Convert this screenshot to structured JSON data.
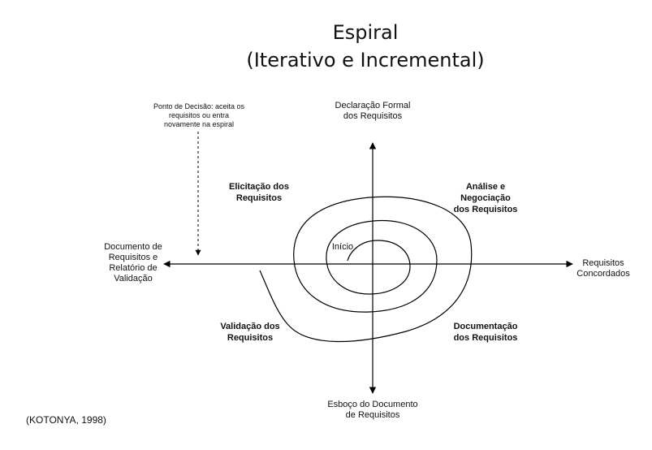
{
  "title": {
    "line1": "Espiral",
    "line2": "(Iterativo e Incremental)"
  },
  "axes": {
    "top": [
      "Declaração Formal",
      "dos Requisitos"
    ],
    "right": [
      "Requisitos",
      "Concordados"
    ],
    "bottom": [
      "Esboço do Documento",
      "de Requisitos"
    ],
    "left": [
      "Documento de",
      "Requisitos e",
      "Relatório de",
      "Validação"
    ]
  },
  "quadrants": {
    "top_left": [
      "Elicitação dos",
      "Requisitos"
    ],
    "top_right": [
      "Análise e",
      "Negociação",
      "dos Requisitos"
    ],
    "bottom_right": [
      "Documentação",
      "dos Requisitos"
    ],
    "bottom_left": [
      "Validação dos",
      "Requisitos"
    ]
  },
  "start_label": "Início",
  "decision_note": [
    "Ponto de Decisão: aceita os",
    "requisitos ou entra",
    "novamente na espiral"
  ],
  "citation": "(KOTONYA, 1998)"
}
